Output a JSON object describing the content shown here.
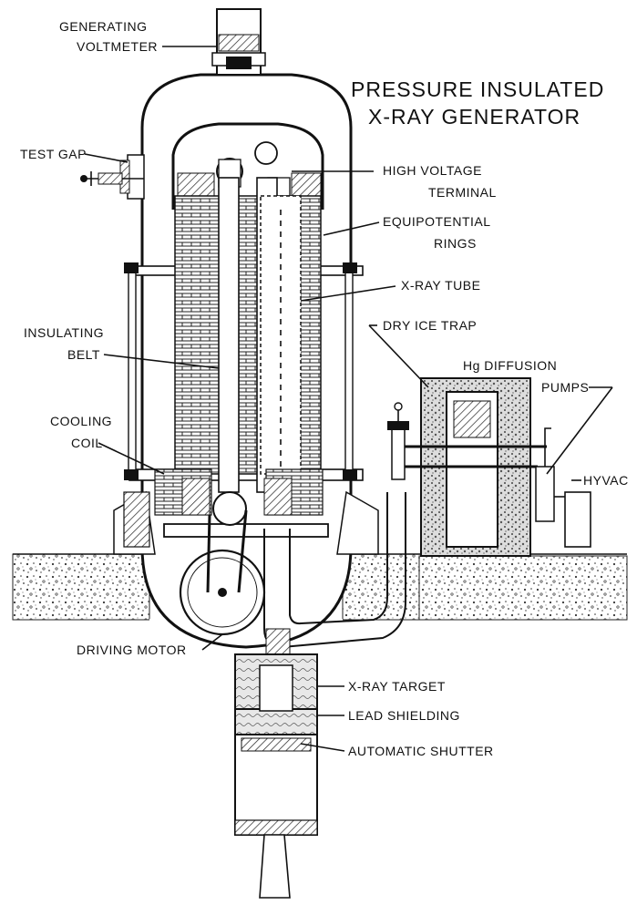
{
  "title": {
    "line1": "PRESSURE INSULATED",
    "line2": "X-RAY GENERATOR"
  },
  "labels": {
    "generating_voltmeter_1": "GENERATING",
    "generating_voltmeter_2": "VOLTMETER",
    "test_gap": "TEST GAP",
    "high_voltage_1": "HIGH VOLTAGE",
    "high_voltage_2": "TERMINAL",
    "equipotential_1": "EQUIPOTENTIAL",
    "equipotential_2": "RINGS",
    "xray_tube": "X-RAY TUBE",
    "insulating_1": "INSULATING",
    "insulating_2": "BELT",
    "dry_ice_trap": "DRY ICE TRAP",
    "hg_diffusion_1": "Hg DIFFUSION",
    "hg_diffusion_2": "PUMPS",
    "cooling_1": "COOLING",
    "cooling_2": "COIL",
    "hyvac": "HYVAC",
    "driving_motor": "DRIVING MOTOR",
    "xray_target": "X-RAY TARGET",
    "lead_shielding": "LEAD SHIELDING",
    "automatic_shutter": "AUTOMATIC SHUTTER"
  }
}
